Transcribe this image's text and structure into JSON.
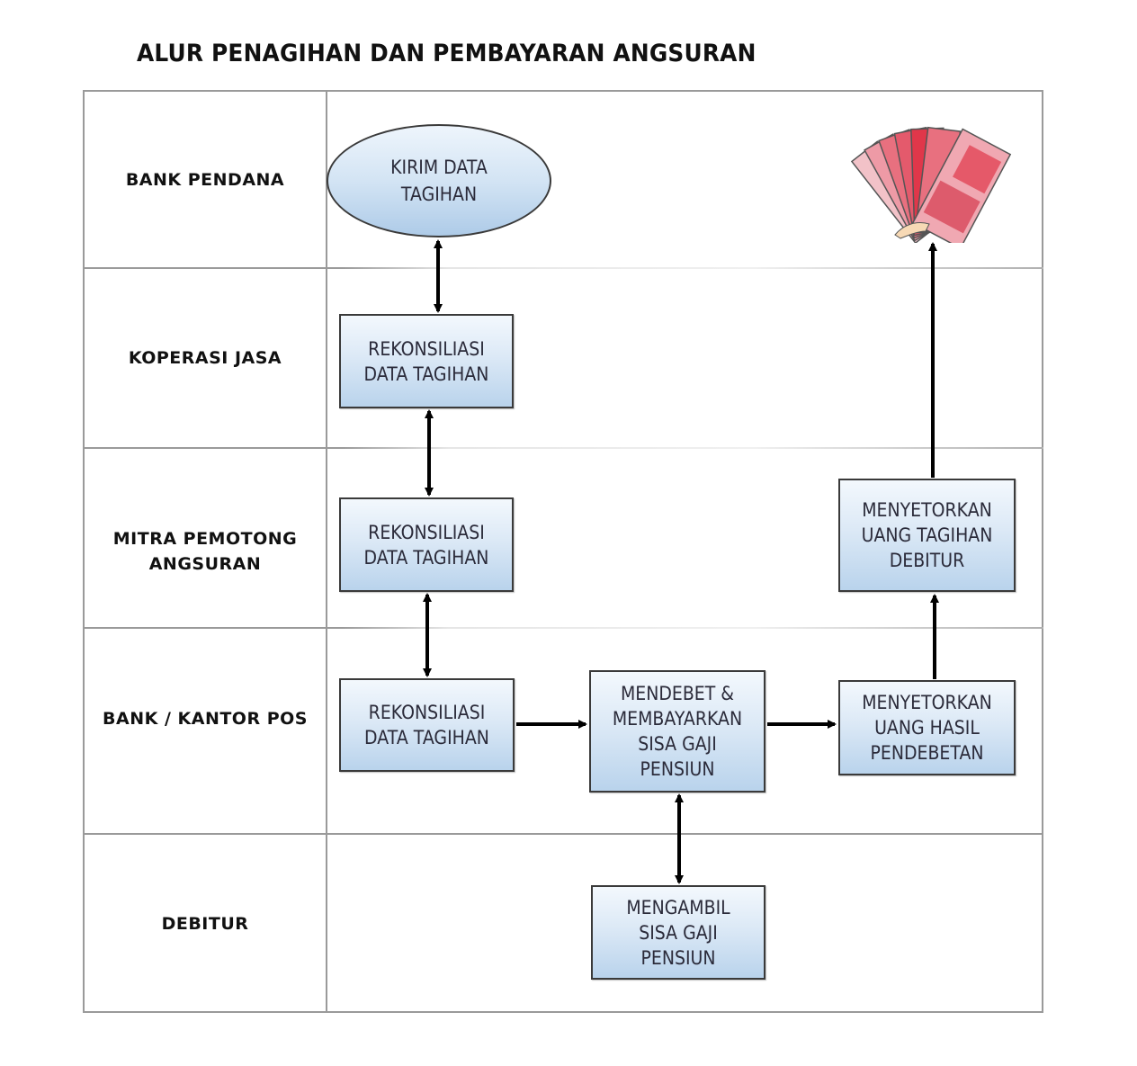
{
  "title": "ALUR PENAGIHAN DAN PEMBAYARAN ANGSURAN",
  "lanes": [
    {
      "label": "BANK PENDANA"
    },
    {
      "label": "KOPERASI JASA"
    },
    {
      "label": "MITRA PEMOTONG ANGSURAN"
    },
    {
      "label": "BANK / KANTOR POS"
    },
    {
      "label": "DEBITUR"
    }
  ],
  "nodes": {
    "kirim_data": {
      "label": "KIRIM DATA TAGIHAN",
      "lane": "BANK PENDANA",
      "shape": "ellipse"
    },
    "rekon_koperasi": {
      "label": "REKONSILIASI DATA TAGIHAN",
      "lane": "KOPERASI JASA"
    },
    "rekon_mitra": {
      "label": "REKONSILIASI DATA TAGIHAN",
      "lane": "MITRA PEMOTONG ANGSURAN"
    },
    "rekon_bank": {
      "label": "REKONSILIASI DATA TAGIHAN",
      "lane": "BANK / KANTOR POS"
    },
    "mendebet": {
      "label": "MENDEBET & MEMBAYARKAN SISA GAJI PENSIUN",
      "lane": "BANK / KANTOR POS"
    },
    "setor_hasil": {
      "label": "MENYETORKAN UANG HASIL PENDEBETAN",
      "lane": "BANK / KANTOR POS"
    },
    "setor_tagihan": {
      "label": "MENYETORKAN UANG TAGIHAN DEBITUR",
      "lane": "MITRA PEMOTONG ANGSURAN"
    },
    "mengambil": {
      "label": "MENGAMBIL SISA GAJI PENSIUN",
      "lane": "DEBITUR"
    },
    "money": {
      "icon": "money-banknotes-icon",
      "lane": "BANK PENDANA"
    }
  },
  "edges": [
    {
      "from": "kirim_data",
      "to": "rekon_koperasi",
      "direction": "both"
    },
    {
      "from": "rekon_koperasi",
      "to": "rekon_mitra",
      "direction": "both"
    },
    {
      "from": "rekon_mitra",
      "to": "rekon_bank",
      "direction": "both"
    },
    {
      "from": "rekon_bank",
      "to": "mendebet",
      "direction": "forward"
    },
    {
      "from": "mendebet",
      "to": "setor_hasil",
      "direction": "forward"
    },
    {
      "from": "mendebet",
      "to": "mengambil",
      "direction": "both"
    },
    {
      "from": "setor_hasil",
      "to": "setor_tagihan",
      "direction": "forward"
    },
    {
      "from": "setor_tagihan",
      "to": "money",
      "direction": "forward"
    }
  ],
  "colors": {
    "box_fill_top": "#f3f8fd",
    "box_fill_bottom": "#b9d3ec",
    "border": "#3a3a3a",
    "grid": "#9a9a9a",
    "banknote": "#e0374a"
  }
}
